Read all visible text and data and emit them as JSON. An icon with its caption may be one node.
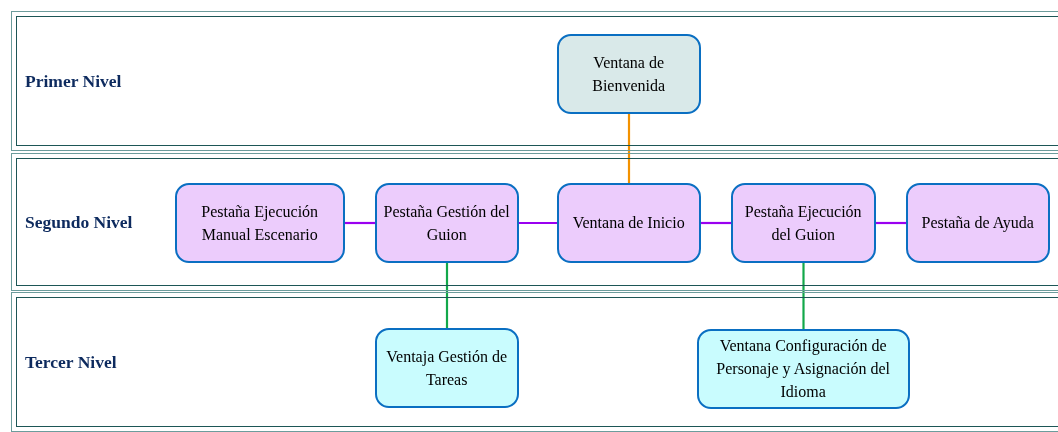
{
  "diagram": {
    "nodes": [
      {
        "text": [
          "Primer Nivel"
        ]
      },
      {
        "text": [
          "Ventana de Bienvenida"
        ],
        "in": 0
      },
      {
        "text": [
          "Segundo Nivel"
        ]
      },
      {
        "text": [
          "Pestaña Ejecución Manual Escenario"
        ],
        "in": 2
      },
      {
        "text": [
          "Pestaña Gestión del Guion"
        ],
        "in": 2
      },
      {
        "text": [
          "Ventana de Inicio"
        ],
        "in": 2
      },
      {
        "text": [
          "Pestaña Ejecución del Guion"
        ],
        "in": 2
      },
      {
        "text": [
          "Pestaña de Ayuda"
        ],
        "in": 2
      },
      {
        "text": [
          "Tercer Nivel"
        ]
      },
      {
        "text": [
          "Ventaja Gestión de Tareas"
        ],
        "in": 8
      },
      {
        "text": [
          "Ventana Configuración de Personaje y Asignación del Idioma"
        ],
        "in": 8
      }
    ],
    "edges": [
      {
        "from": 1,
        "to": 5,
        "arrow": "none",
        "color": "#f39200"
      },
      {
        "from": 3,
        "to": 4,
        "arrow": "none"
      },
      {
        "from": 4,
        "to": 5,
        "arrow": "none"
      },
      {
        "from": 5,
        "to": 6,
        "arrow": "none"
      },
      {
        "from": 6,
        "to": 7,
        "arrow": "none"
      },
      {
        "from": 4,
        "to": 9,
        "arrow": "none",
        "color": "#12a84a"
      },
      {
        "from": 6,
        "to": 10,
        "arrow": "none",
        "color": "#12a84a"
      }
    ]
  }
}
